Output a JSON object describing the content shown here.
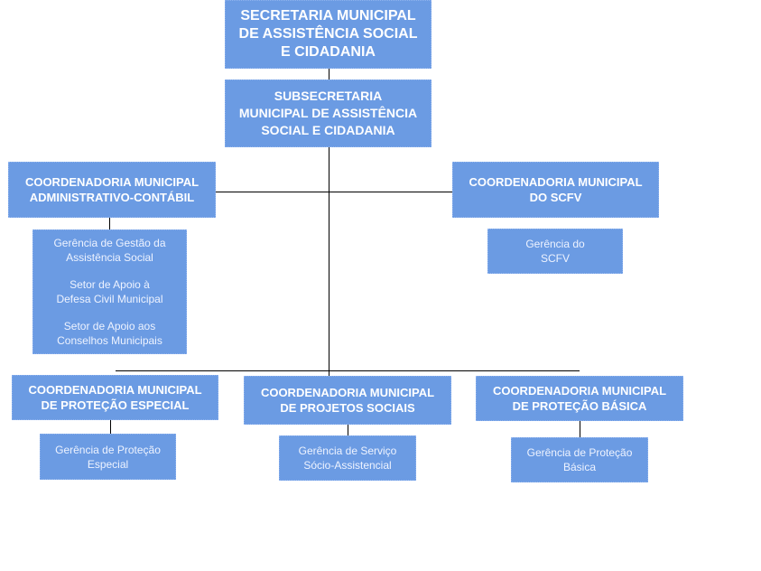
{
  "secretaria": {
    "l1": "SECRETARIA MUNICIPAL",
    "l2": "DE ASSISTÊNCIA SOCIAL",
    "l3": "E CIDADANIA"
  },
  "subsecretaria": {
    "l1": "SUBSECRETARIA",
    "l2": "MUNICIPAL DE ASSISTÊNCIA",
    "l3": "SOCIAL E CIDADANIA"
  },
  "coord_adm": {
    "l1": "COORDENADORIA MUNICIPAL",
    "l2": "ADMINISTRATIVO-CONTÁBIL",
    "units": [
      {
        "l1": "Gerência de Gestão da",
        "l2": "Assistência Social"
      },
      {
        "l1": "Setor de Apoio à",
        "l2": "Defesa Civil Municipal"
      },
      {
        "l1": "Setor de Apoio aos",
        "l2": "Conselhos Municipais"
      }
    ]
  },
  "coord_scfv": {
    "l1": "COORDENADORIA MUNICIPAL",
    "l2": "DO SCFV",
    "unit": {
      "l1": "Gerência do",
      "l2": "SCFV"
    }
  },
  "coord_especial": {
    "l1": "COORDENADORIA MUNICIPAL",
    "l2": "DE PROTEÇÃO ESPECIAL",
    "unit": {
      "l1": "Gerência de Proteção",
      "l2": "Especial"
    }
  },
  "coord_projetos": {
    "l1": "COORDENADORIA MUNICIPAL",
    "l2": "DE PROJETOS SOCIAIS",
    "unit": {
      "l1": "Gerência de Serviço",
      "l2": "Sócio-Assistencial"
    }
  },
  "coord_basica": {
    "l1": "COORDENADORIA MUNICIPAL",
    "l2": "DE PROTEÇÃO BÁSICA",
    "unit": {
      "l1": "Gerência de Proteção",
      "l2": "Básica"
    }
  },
  "colors": {
    "box": "#6b9be3",
    "line": "#000000"
  }
}
